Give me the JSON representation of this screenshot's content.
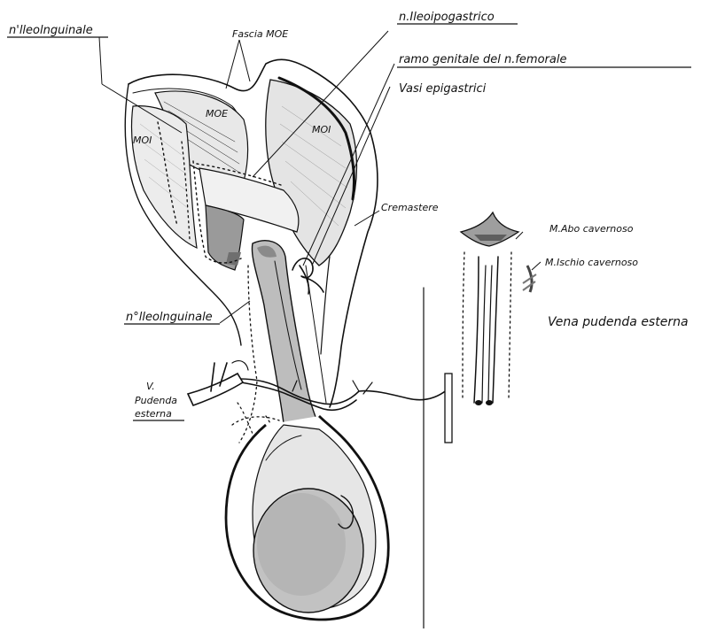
{
  "labels": {
    "ileoinguinale_top": "n'lleolnguinale",
    "fascia_moe": "Fascia MOE",
    "ileoipogastrico": "n.Ileoipogastrico",
    "genitofemorale": "ramo genitale del n.femorale",
    "vasi_epigastrici": "Vasi epigastrici",
    "moe": "MOE",
    "moi_left": "MOI",
    "moi_right": "MOI",
    "cremastere": "Cremastere",
    "ileoinguinale_mid": "n°lleolnguinale",
    "v_label": "V.",
    "pudenda": "Pudenda",
    "esterna": "esterna",
    "m_ano_cavernoso": "M.Abo cavernoso",
    "m_ischio_cavernoso": "M.Ischio cavernoso",
    "vena_pudenda_esterna": "Vena pudenda esterna"
  },
  "colors": {
    "ink": "#111111",
    "shade_light": "#d9d9d9",
    "shade_mid": "#a9a9a9",
    "shade_dark": "#7a7a7a",
    "paper": "#ffffff"
  }
}
